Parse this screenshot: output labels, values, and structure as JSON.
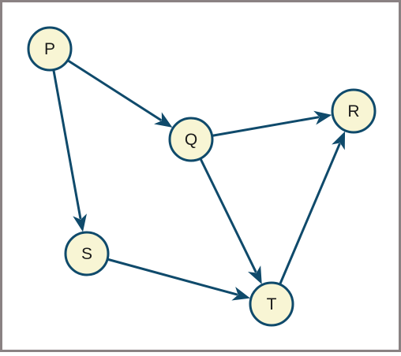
{
  "colors": {
    "node_fill": "#f8f5d4",
    "stroke": "#0f4a6b",
    "border": "#8a8283",
    "background": "#ffffff",
    "label": "#1a1a1a"
  },
  "nodes": [
    {
      "id": "P",
      "label": "P"
    },
    {
      "id": "Q",
      "label": "Q"
    },
    {
      "id": "R",
      "label": "R"
    },
    {
      "id": "S",
      "label": "S"
    },
    {
      "id": "T",
      "label": "T"
    }
  ],
  "edges": [
    {
      "from": "P",
      "to": "Q"
    },
    {
      "from": "P",
      "to": "S"
    },
    {
      "from": "Q",
      "to": "R"
    },
    {
      "from": "Q",
      "to": "T"
    },
    {
      "from": "S",
      "to": "T"
    },
    {
      "from": "T",
      "to": "R"
    }
  ]
}
